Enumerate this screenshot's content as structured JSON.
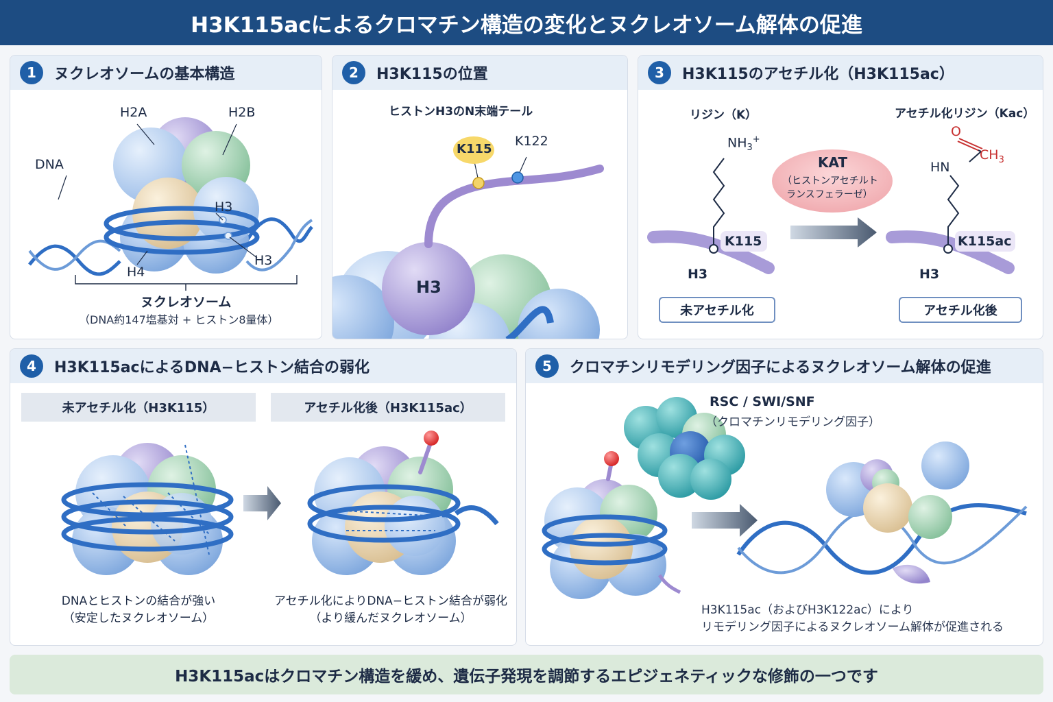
{
  "header": {
    "title": "H3K115acによるクロマチン構造の変化とヌクレオソーム解体の促進"
  },
  "panel1": {
    "num": "1",
    "title": "ヌクレオソームの基本構造",
    "labels": {
      "h2a": "H2A",
      "h2b": "H2B",
      "dna": "DNA",
      "h3_top": "H3",
      "h3_bottom": "H3",
      "h4": "H4"
    },
    "caption_title": "ヌクレオソーム",
    "caption_sub": "（DNA約147塩基対 + ヒストン8量体）"
  },
  "panel2": {
    "num": "2",
    "title": "H3K115の位置",
    "tail_label": "ヒストンH3のN末端テール",
    "k115": "K115",
    "k122": "K122",
    "h3": "H3"
  },
  "panel3": {
    "num": "3",
    "title": "H3K115のアセチル化（H3K115ac）",
    "lysine": "リジン（K）",
    "acetyl_lysine": "アセチル化リジン（Kac）",
    "nh3": "NH",
    "nh3_sub": "3",
    "nh3_sup": "+",
    "o": "O",
    "ch3": "CH",
    "ch3_sub": "3",
    "hn": "HN",
    "kat_title": "KAT",
    "kat_line1": "（ヒストンアセチルト",
    "kat_line2": "ランスフェラーゼ）",
    "k115": "K115",
    "k115ac": "K115ac",
    "h3_left": "H3",
    "h3_right": "H3",
    "tag_left": "未アセチル化",
    "tag_right": "アセチル化後"
  },
  "panel4": {
    "num": "4",
    "title": "H3K115acによるDNA−ヒストン結合の弱化",
    "left_head": "未アセチル化（H3K115）",
    "right_head": "アセチル化後（H3K115ac）",
    "left_cap1": "DNAとヒストンの結合が強い",
    "left_cap2": "（安定したヌクレオソーム）",
    "right_cap1": "アセチル化によりDNA−ヒストン結合が弱化",
    "right_cap2": "（より緩んだヌクレオソーム）"
  },
  "panel5": {
    "num": "5",
    "title": "クロマチンリモデリング因子によるヌクレオソーム解体の促進",
    "remodeler": "RSC / SWI/SNF",
    "remodeler_sub": "（クロマチンリモデリング因子）",
    "cap1": "H3K115ac（およびH3K122ac）により",
    "cap2": "リモデリング因子によるヌクレオソーム解体が促進される"
  },
  "footer": {
    "text": "H3K115acはクロマチン構造を緩め、遺伝子発現を調節するエピジェネティックな修飾の一つです"
  },
  "colors": {
    "header": "#1d4c82",
    "accent": "#1f5fa8",
    "dna": "#2f6ec4",
    "h2a": "#f0dcb8",
    "h2b": "#a8d3b4",
    "h3": "#9d8ad0",
    "h4": "#8fb4e3",
    "acetyl": "#e23b3b",
    "k115": "#f3d46a"
  }
}
